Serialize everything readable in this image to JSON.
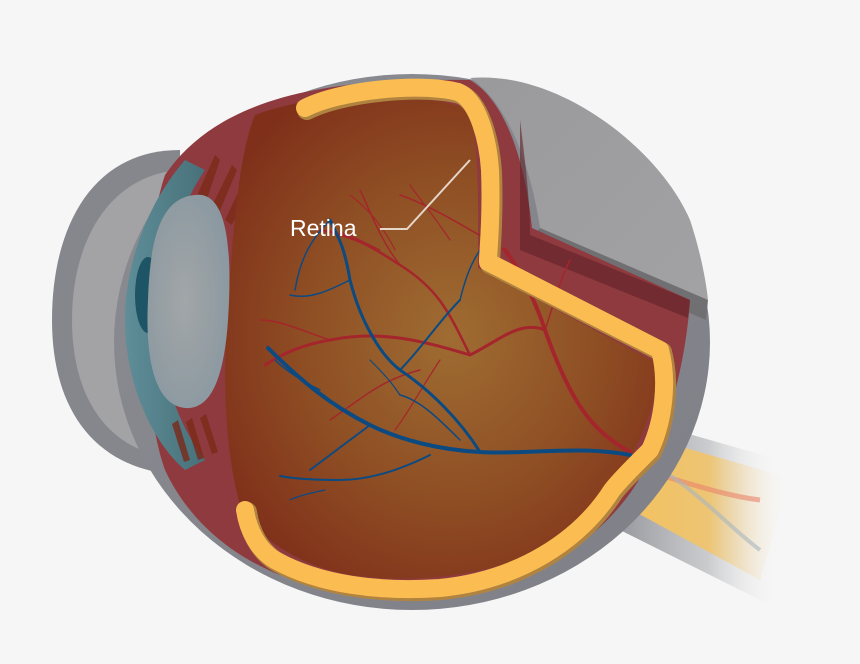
{
  "diagram": {
    "type": "anatomical-cross-section",
    "subject": "human eye",
    "labels": [
      {
        "id": "retina",
        "text": "Retina"
      }
    ]
  },
  "colors": {
    "background": "#f6f6f6",
    "sclera_outer": "#86878d",
    "sclera_inner": "#a3a3a5",
    "choroid": "#8f3a3f",
    "choroid_dark": "#5e2228",
    "retina": "#fbbd52",
    "retina_shadow": "#b08440",
    "vitreous_center": "#9b6a30",
    "vitreous_edge": "#85321a",
    "cornea": "#4f7e88",
    "pupil": "#1e5566",
    "lens": "#9aa3a8",
    "artery": "#a4262c",
    "vein": "#0c4a82",
    "optic_nerve": "#f5c35d",
    "label_line": "#e6d7cb",
    "label_text": "#ffffff"
  }
}
